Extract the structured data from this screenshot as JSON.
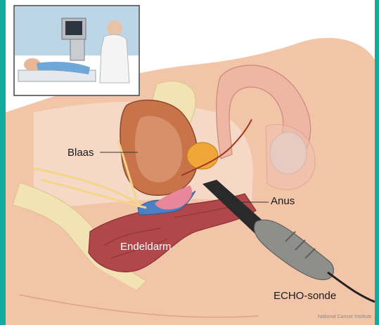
{
  "labels": {
    "bladder": "Blaas",
    "anus": "Anus",
    "rectum": "Endeldarm",
    "probe": "ECHO-sonde"
  },
  "credit": "National Cancer Institute",
  "colors": {
    "border": "#14a99d",
    "skin": "#f2c4a8",
    "skin_dark": "#e0a285",
    "bladder": "#c8734a",
    "rectum": "#b0474a",
    "prostate": "#f0a638",
    "probe_body": "#8e8f8a",
    "nerves": "#f4d58a",
    "vessels_blue": "#4c7fc4"
  }
}
